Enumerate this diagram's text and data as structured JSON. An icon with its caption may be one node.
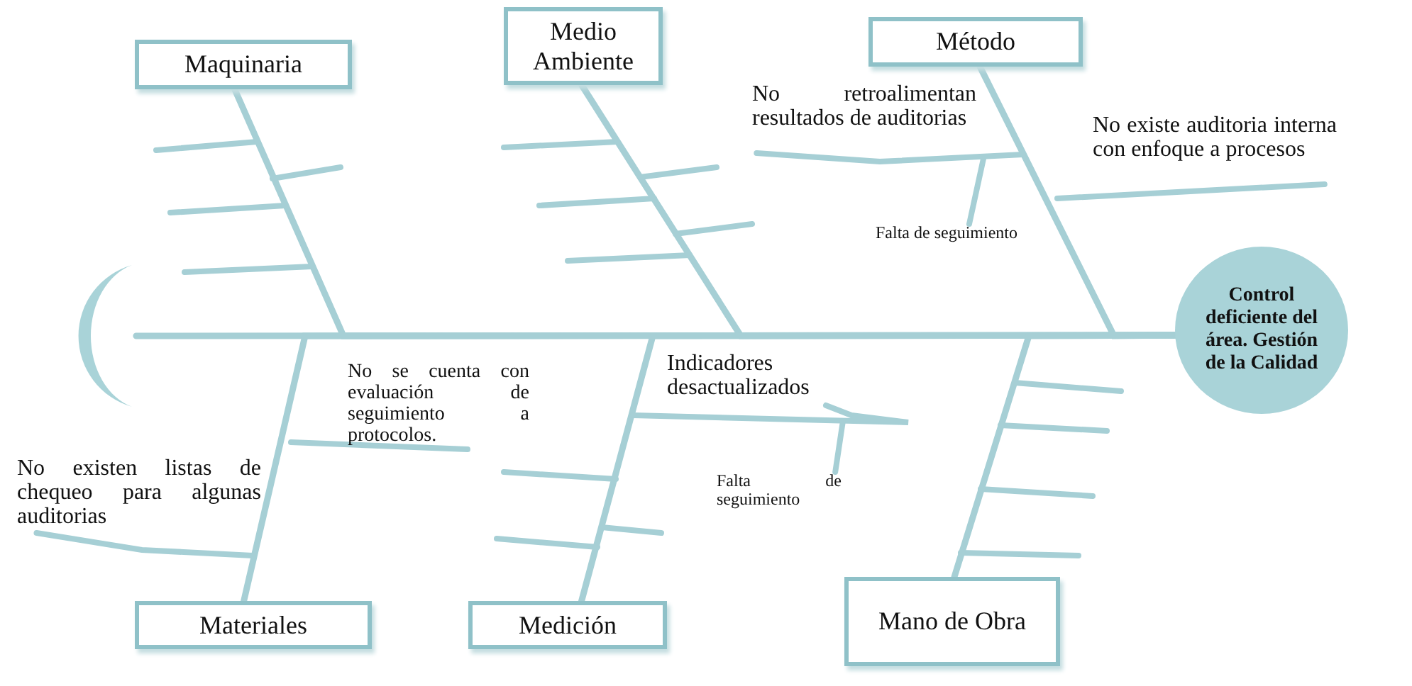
{
  "diagram": {
    "nodes": [
      {
        "text": [
          "Maquinaria"
        ]
      },
      {
        "text": [
          "Medio Ambiente"
        ]
      },
      {
        "text": [
          "Método"
        ]
      },
      {
        "text": [
          "No retroalimentan resultados de auditorias"
        ]
      },
      {
        "text": [
          "No existe auditoria interna con enfoque a procesos"
        ]
      },
      {
        "text": [
          "Falta de seguimiento"
        ]
      },
      {
        "text": [],
        "shape": "crescent"
      },
      {
        "text": [
          "Control deficiente del área. Gestión de la Calidad"
        ]
      },
      {
        "text": [
          "No se cuenta con evaluación de seguimiento a protocolos."
        ]
      },
      {
        "text": [
          "Indicadores desactualizados"
        ]
      },
      {
        "text": [
          "No existen listas de chequeo para algunas auditorias"
        ]
      },
      {
        "text": [
          "Falta de seguimiento"
        ]
      },
      {
        "text": [
          "Materiales"
        ]
      },
      {
        "text": [
          "Medición"
        ]
      },
      {
        "text": [
          "Mano de Obra"
        ]
      }
    ],
    "edges": [
      {
        "from": 0,
        "to": 7,
        "arrow": "none"
      },
      {
        "from": 1,
        "to": 7,
        "arrow": "none"
      },
      {
        "from": 2,
        "to": 7,
        "arrow": "none"
      },
      {
        "from": 6,
        "to": 7,
        "arrow": "none"
      },
      {
        "from": 12,
        "to": 7,
        "arrow": "none"
      },
      {
        "from": 13,
        "to": 7,
        "arrow": "none"
      },
      {
        "from": 14,
        "to": 7,
        "arrow": "none"
      },
      {
        "from": 3,
        "to": null,
        "arrow": "none"
      },
      {
        "from": 4,
        "to": null,
        "arrow": "none"
      },
      {
        "from": 5,
        "to": null,
        "arrow": "none"
      },
      {
        "from": 8,
        "to": null,
        "arrow": "none"
      },
      {
        "from": 9,
        "to": null,
        "arrow": "none"
      },
      {
        "from": 10,
        "to": null,
        "arrow": "none"
      },
      {
        "from": 11,
        "to": null,
        "arrow": "none"
      }
    ]
  }
}
